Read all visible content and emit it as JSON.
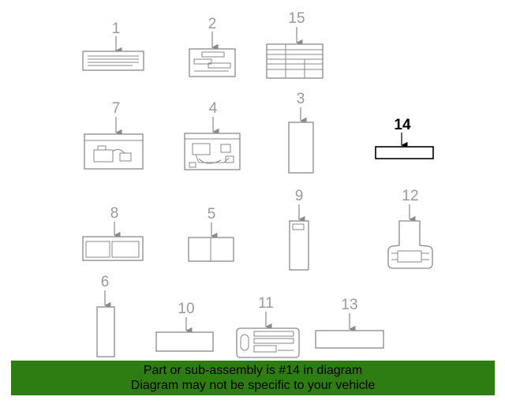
{
  "diagram": {
    "highlight_callout": "14",
    "callouts": [
      "1",
      "2",
      "15",
      "7",
      "4",
      "3",
      "14",
      "8",
      "5",
      "9",
      "12",
      "6",
      "10",
      "11",
      "13"
    ]
  },
  "banner": {
    "line1": "Part or sub-assembly is #14 in diagram",
    "line2": "Diagram may not be specific to your vehicle",
    "color": "#2e7d12"
  }
}
